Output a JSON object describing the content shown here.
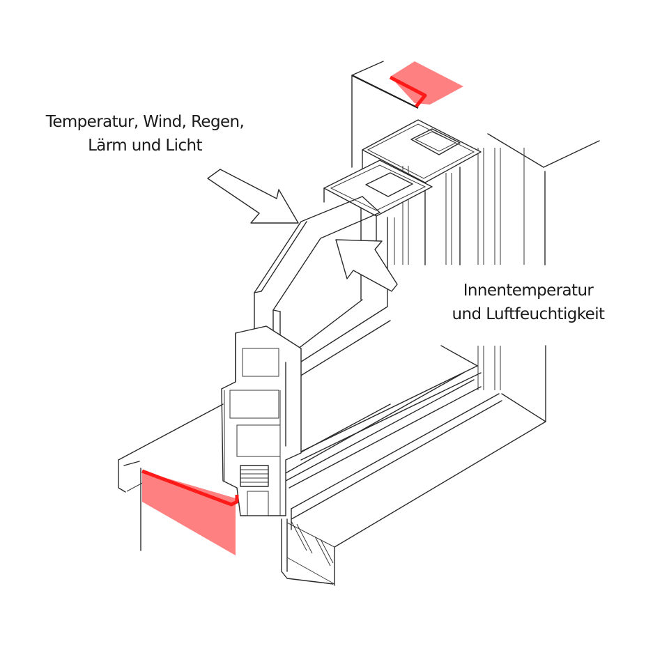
{
  "labels": {
    "outside": {
      "line1": "Temperatur, Wind, Regen,",
      "line2": "Lärm und Licht"
    },
    "inside": {
      "line1": "Innentemperatur",
      "line2": "und Luftfeuchtigkeit"
    }
  },
  "colors": {
    "seal_fill": "#ff8080",
    "seal_edge": "#ff1a1a",
    "line": "#2a2a2a",
    "background": "#ffffff"
  },
  "icons": {
    "outside_arrow": "arrow-right-down-icon",
    "inside_arrow": "arrow-up-left-icon"
  }
}
